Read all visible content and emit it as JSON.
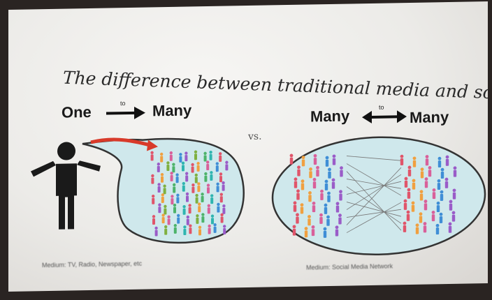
{
  "slide": {
    "title": "The difference between traditional media and social media...",
    "left": {
      "from": "One",
      "connector": "to",
      "to": "Many",
      "caption": "Medium: TV, Radio, Newspaper, etc"
    },
    "vs": "vs.",
    "right": {
      "from": "Many",
      "connector": "to",
      "to": "Many",
      "caption": "Medium: Social Media Network"
    }
  },
  "colors": {
    "people": [
      "#e0556a",
      "#3f8ed6",
      "#4db36a",
      "#f0a040",
      "#9a5cc8",
      "#2fb5b0",
      "#d9609a",
      "#7fb040"
    ],
    "arrow_red": "#d83a2a",
    "bubble_fill": "#cfe8ec",
    "bubble_stroke": "#333333"
  }
}
